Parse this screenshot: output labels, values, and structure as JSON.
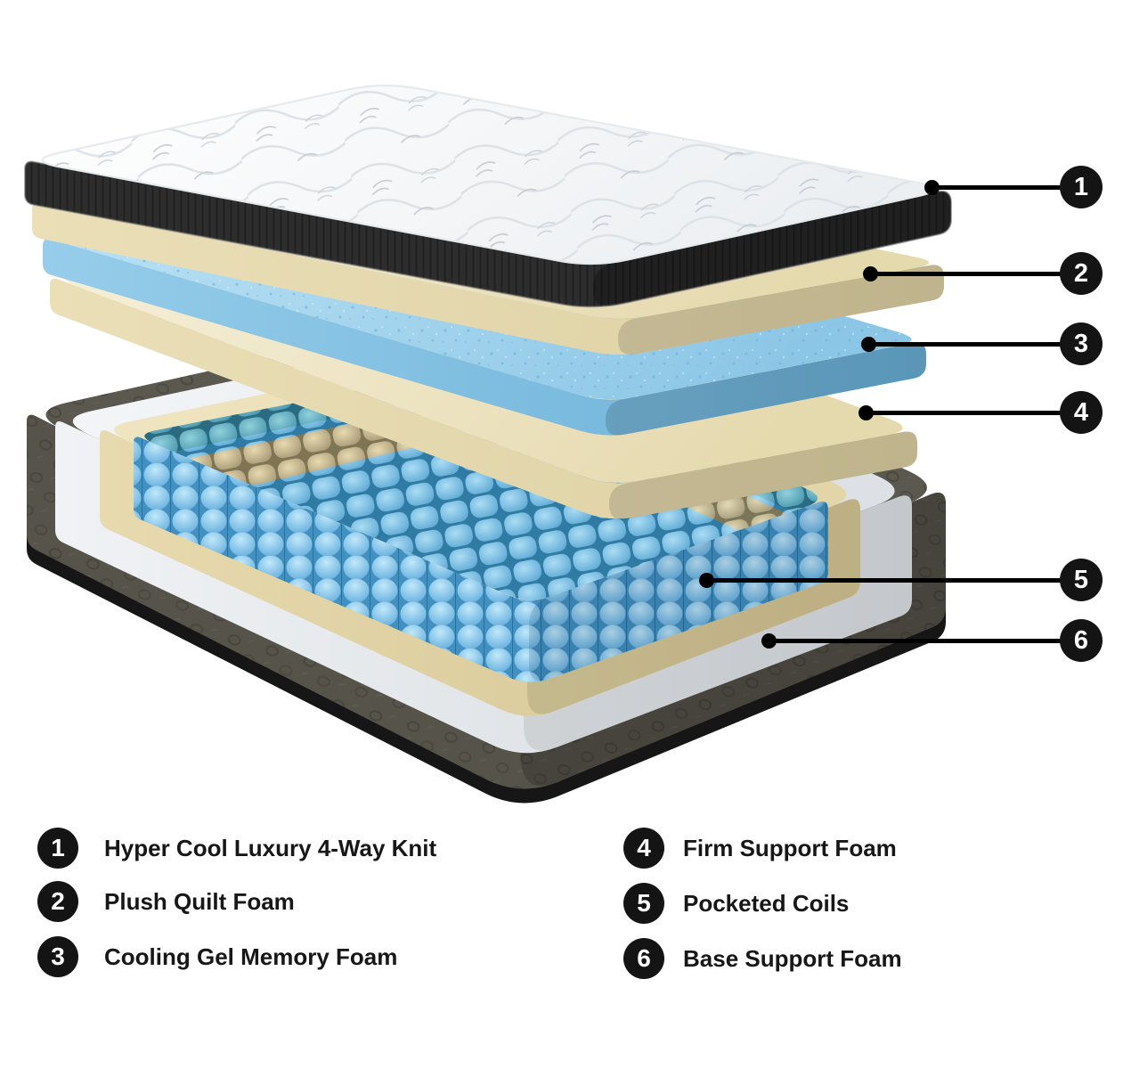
{
  "callouts": [
    {
      "number": "1",
      "label": "Hyper Cool Luxury 4-Way Knit"
    },
    {
      "number": "2",
      "label": "Plush Quilt Foam"
    },
    {
      "number": "3",
      "label": "Cooling Gel Memory Foam"
    },
    {
      "number": "4",
      "label": "Firm Support Foam"
    },
    {
      "number": "5",
      "label": "Pocketed Coils"
    },
    {
      "number": "6",
      "label": "Base Support Foam"
    }
  ],
  "colors": {
    "background": "#ffffff",
    "badge": "#141414",
    "badge_text": "#ffffff",
    "label_text": "#171717",
    "leader_line": "#000000",
    "quilt_top_white": "#fbfcfd",
    "quilt_border_band": "#2e2d2d",
    "foam_cream": "#eee3bd",
    "gel_foam_blue": "#9fd0ea",
    "coil_blue": "#63b2e0",
    "coil_tan": "#c3ae7f",
    "coil_teal": "#4f9cae",
    "base_fabric_gray": "#56534b",
    "base_band_white": "#eef0f3"
  }
}
